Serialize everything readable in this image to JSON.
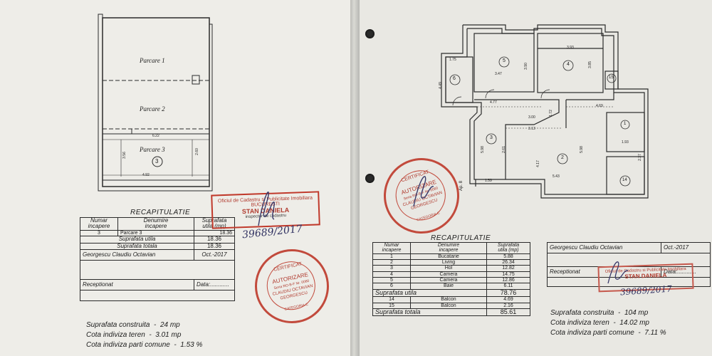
{
  "left_sheet": {
    "plan": {
      "rooms": [
        {
          "label": "Parcare 1"
        },
        {
          "label": "Parcare 2"
        },
        {
          "label": "Parcare 3",
          "number": "3"
        }
      ],
      "dimensions": {
        "width_top": "6.22",
        "width_bottom": "4.92",
        "depth_left": "3.56",
        "depth_right": "2.60"
      }
    },
    "recap": {
      "title": "RECAPITULATIE",
      "headers": [
        "Numar\nincapere",
        "Denumire\nincapere",
        "Suprafata\nutila (mp)"
      ],
      "rows": [
        [
          "3",
          "Parcare 3",
          "18.36"
        ]
      ],
      "total_utila_label": "Suprafata utila",
      "total_utila": "18.36",
      "total_totala_label": "Suprafata totala",
      "total_totala": "18.36",
      "author": "Georgescu Claudiu Octavian",
      "date": "Oct.-2017",
      "receptionat": "Receptionat",
      "data_label": "Data:............"
    },
    "summary": [
      "Suprafata construita  -  24 mp",
      "Cota indiviza teren  -  3.01 mp",
      "Cota indiviza parti comune  -  1.53 %"
    ],
    "stamp_office": {
      "line1": "Oficiul de Cadastru si Publicitate Imobiliara",
      "line2": "BUCURESTI",
      "line3": "STAN DANIELA",
      "line4": "inspector de cadastru"
    },
    "handwritten_number": "39689/2017",
    "stamp_cert": {
      "line1": "CERTIFICAT",
      "line2": "AUTORIZARE",
      "line3": "Seria RO-B-F Nr. 0060",
      "line4": "CLAUDIU OCTAVIAN",
      "line5": "GEORGESCU",
      "line6": "CATEGORIA C"
    }
  },
  "right_sheet": {
    "plan": {
      "room_numbers": [
        "1",
        "2",
        "3",
        "4",
        "5",
        "6",
        "14",
        "15"
      ],
      "dimensions": [
        "3.47",
        "3.90",
        "3.93",
        "3.85",
        "1.75",
        "4.49",
        "4.77",
        "3.00",
        "3.13",
        "1.72",
        "4.69",
        "1.93",
        "2.61",
        "5.98",
        "4.17",
        "5.43",
        "5.98",
        "1.59",
        "2.37"
      ],
      "access_label": "Ap. 8"
    },
    "recap": {
      "title": "RECAPITULATIE",
      "headers": [
        "Numar\nincapere",
        "Denumire\nincapere",
        "Suprafata\nutila (mp)"
      ],
      "rows": [
        [
          "1",
          "Bucatarie",
          "5.88"
        ],
        [
          "2",
          "Living",
          "26.34"
        ],
        [
          "3",
          "Hol",
          "12.82"
        ],
        [
          "4",
          "Camera",
          "14.75"
        ],
        [
          "5",
          "Camera",
          "12.86"
        ],
        [
          "6",
          "Baie",
          "6.11"
        ]
      ],
      "total_utila_label": "Suprafata utila",
      "total_utila": "78.76",
      "balcony_rows": [
        [
          "14",
          "Balcon",
          "4.69"
        ],
        [
          "15",
          "Balcon",
          "2.16"
        ]
      ],
      "total_totala_label": "Suprafata totala",
      "total_totala": "85.61"
    },
    "info_box": {
      "author": "Georgescu Claudiu Octavian",
      "date": "Oct.-2017",
      "receptionat": "Receptionat",
      "data_label": "Data:............"
    },
    "summary": [
      "Suprafata construita  -  104 mp",
      "Cota indiviza teren  -  14.02 mp",
      "Cota indiviza parti comune  -  7.11 %"
    ],
    "stamp_cert": {
      "line1": "CERTIFICAT",
      "line2": "AUTORIZARE",
      "line3": "Seria RO-B-F Nr. 0060",
      "line4": "CLAUDIU OCTAVIAN",
      "line5": "GEORGESCU",
      "line6": "CATEGORIA C"
    },
    "stamp_office": {
      "line1": "Oficiul de Cadastru si Publicitate Imobiliara",
      "line2": "STAN DANIELA"
    },
    "handwritten_number": "39689/2017"
  }
}
